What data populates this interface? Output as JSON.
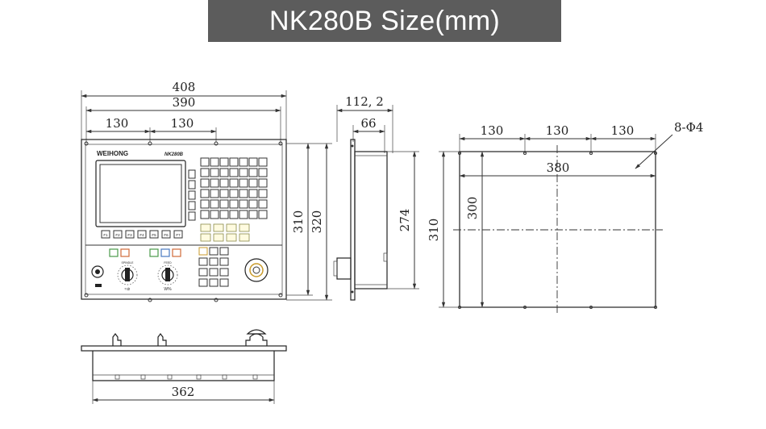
{
  "title": "NK280B Size(mm)",
  "front_view": {
    "width_overall": "408",
    "width_inner": "390",
    "hole_pitch_1": "130",
    "hole_pitch_2": "130",
    "height_inner": "310",
    "height_overall": "320",
    "brand": "WEIHONG",
    "model": "NK280B",
    "function_keys": [
      "F1",
      "F2",
      "F3",
      "F4",
      "F5",
      "F6",
      "F7"
    ],
    "knob_labels": [
      "SPINDLE",
      "FEED"
    ]
  },
  "side_view": {
    "depth_overall": "112, 2",
    "depth_body": "66",
    "height_body": "274"
  },
  "cutout_view": {
    "pitch_1": "130",
    "pitch_2": "130",
    "pitch_3": "130",
    "holes": "8-Φ4",
    "width": "380",
    "height_inner": "300",
    "height_outer": "310"
  },
  "bottom_view": {
    "width": "362"
  },
  "colors": {
    "title_bg": "#5c5c5c",
    "title_text": "#ffffff",
    "line": "#333333"
  }
}
